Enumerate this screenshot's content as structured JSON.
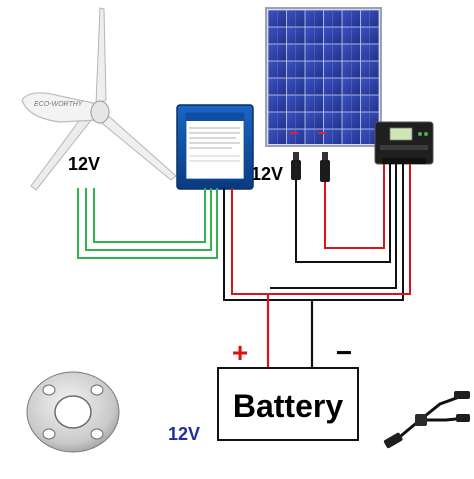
{
  "labels": {
    "wind_voltage": "12V",
    "solar_voltage": "12V",
    "battery_voltage": "12V",
    "battery_text": "Battery",
    "plus_sign": "+",
    "minus_sign": "−"
  },
  "colors": {
    "wire_green": "#2fb34a",
    "wire_red": "#d9121b",
    "wire_black": "#111111",
    "label_blue": "#1f2f9e",
    "panel_blue": "#2c3fa3",
    "controller_blue": "#0e4fa6"
  }
}
